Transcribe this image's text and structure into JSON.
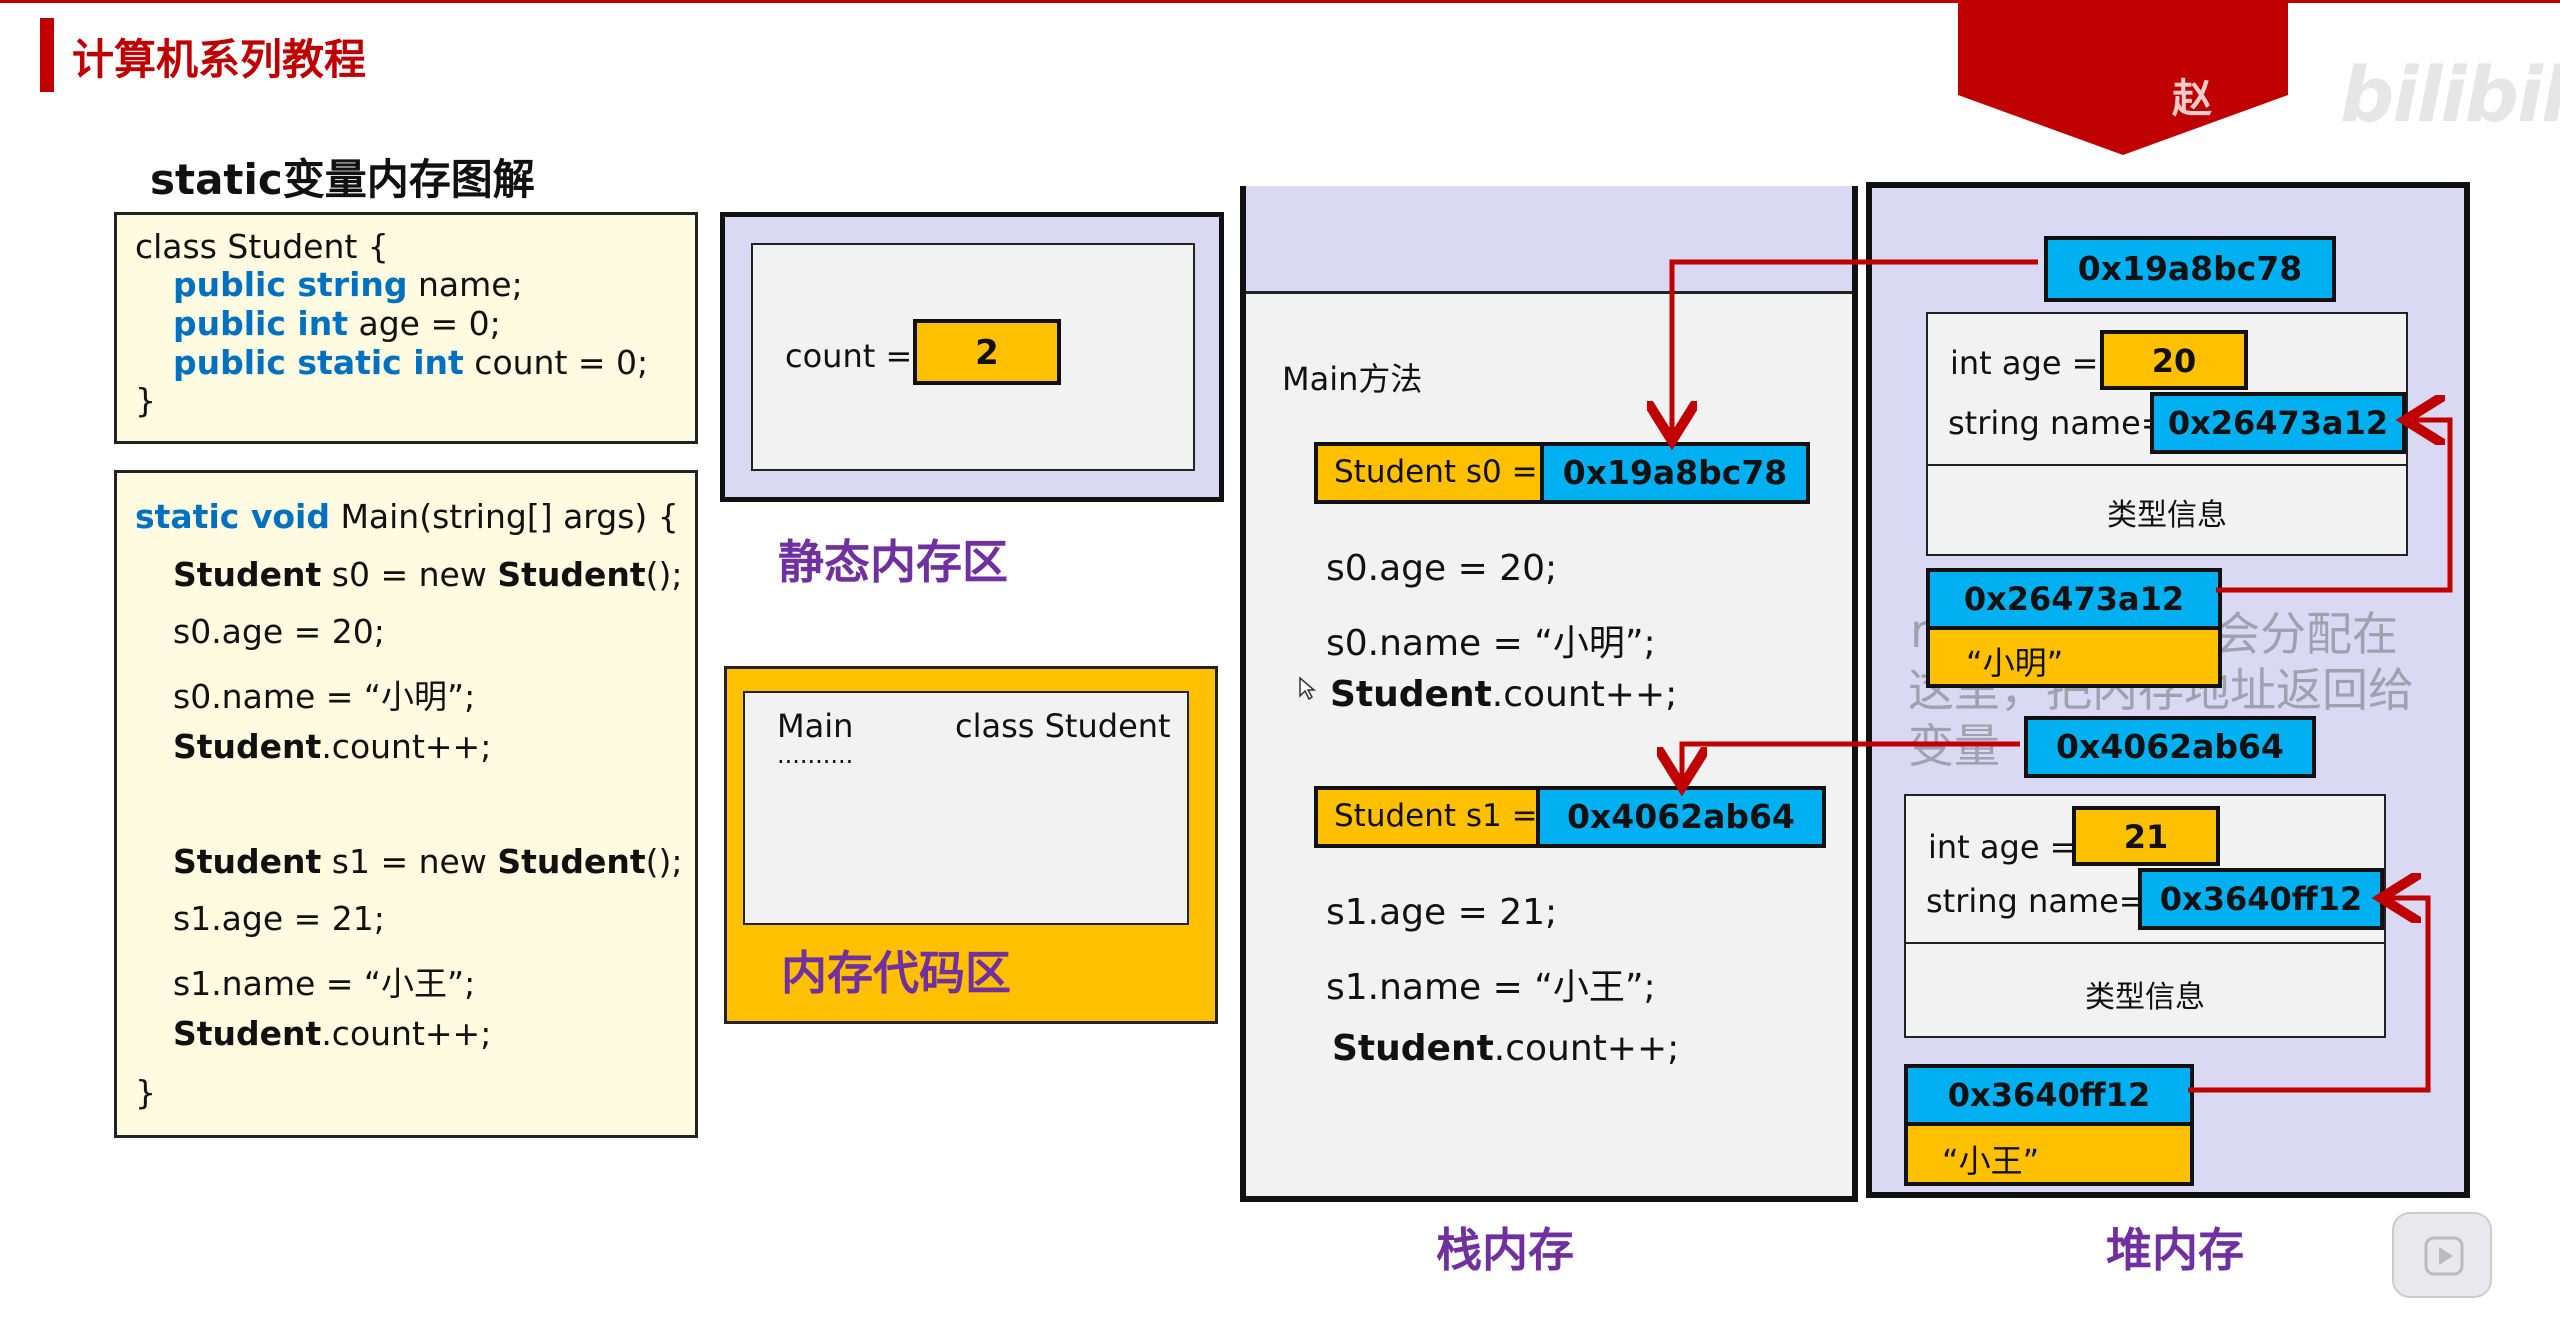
{
  "header": {
    "title": "计算机系列教程"
  },
  "section_title": "static变量内存图解",
  "class_code": {
    "line1": "class Student {",
    "line2_kw": "public string",
    "line2_rest": " name;",
    "line3_kw": "public int",
    "line3_rest": " age = 0;",
    "line4_kw": "public static int",
    "line4_rest": " count = 0;",
    "line5": "}"
  },
  "main_code": {
    "sig_kw": "static void",
    "sig_rest": " Main(string[] args) {",
    "l1_cls": "Student",
    "l1_mid": " s0 = new ",
    "l1_cls2": "Student",
    "l1_end": "();",
    "l2": "s0.age = 20;",
    "l3": "s0.name = “小明”;",
    "l4_cls": "Student",
    "l4_rest": ".count++;",
    "l5_cls": "Student",
    "l5_mid": " s1 = new ",
    "l5_cls2": "Student",
    "l5_end": "();",
    "l6": "s1.age = 21;",
    "l7": "s1.name = “小王”;",
    "l8_cls": "Student",
    "l8_rest": ".count++;",
    "close": "}"
  },
  "static_area": {
    "count_label": "count =",
    "count_value": "2",
    "caption": "静态内存区"
  },
  "code_area": {
    "main_label": "Main",
    "dots": "..........",
    "class_label": "class Student",
    "caption": "内存代码区"
  },
  "stack": {
    "method_label": "Main方法",
    "s0_label": "Student s0 =",
    "s0_addr": "0x19a8bc78",
    "s0_age": "s0.age = 20;",
    "s0_name": "s0.name = “小明”;",
    "s0_count_cls": "Student",
    "s0_count_rest": ".count++;",
    "s1_label": "Student s1 =",
    "s1_addr": "0x4062ab64",
    "s1_age": "s1.age = 21;",
    "s1_name": "s1.name = “小王”;",
    "s1_count_cls": "Student",
    "s1_count_rest": ".count++;",
    "caption": "栈内存"
  },
  "heap": {
    "obj1_addr": "0x19a8bc78",
    "obj1_age_label": "int age =",
    "obj1_age": "20",
    "obj1_name_label": "string name=",
    "obj1_name_addr": "0x26473a12",
    "obj1_type": "类型信息",
    "str1_addr": "0x26473a12",
    "str1_value": "“小明”",
    "faded_text_1": "r",
    "faded_text_2": "存会分配在",
    "faded_text_3": "这里，把内存地址返回给",
    "faded_text_4": "变量",
    "obj2_addr": "0x4062ab64",
    "obj2_age_label": "int age =",
    "obj2_age": "21",
    "obj2_name_label": "string name=",
    "obj2_name_addr": "0x3640ff12",
    "obj2_type": "类型信息",
    "str2_addr": "0x3640ff12",
    "str2_value": "“小王”",
    "caption": "堆内存"
  },
  "watermark": {
    "author": "赵",
    "brand": "bilibili"
  },
  "colors": {
    "accent_red": "#c00000",
    "caption_purple": "#7030a0",
    "address_blue": "#00b0f0",
    "value_yellow": "#ffc000",
    "panel_lavender": "#d9d9f3"
  }
}
